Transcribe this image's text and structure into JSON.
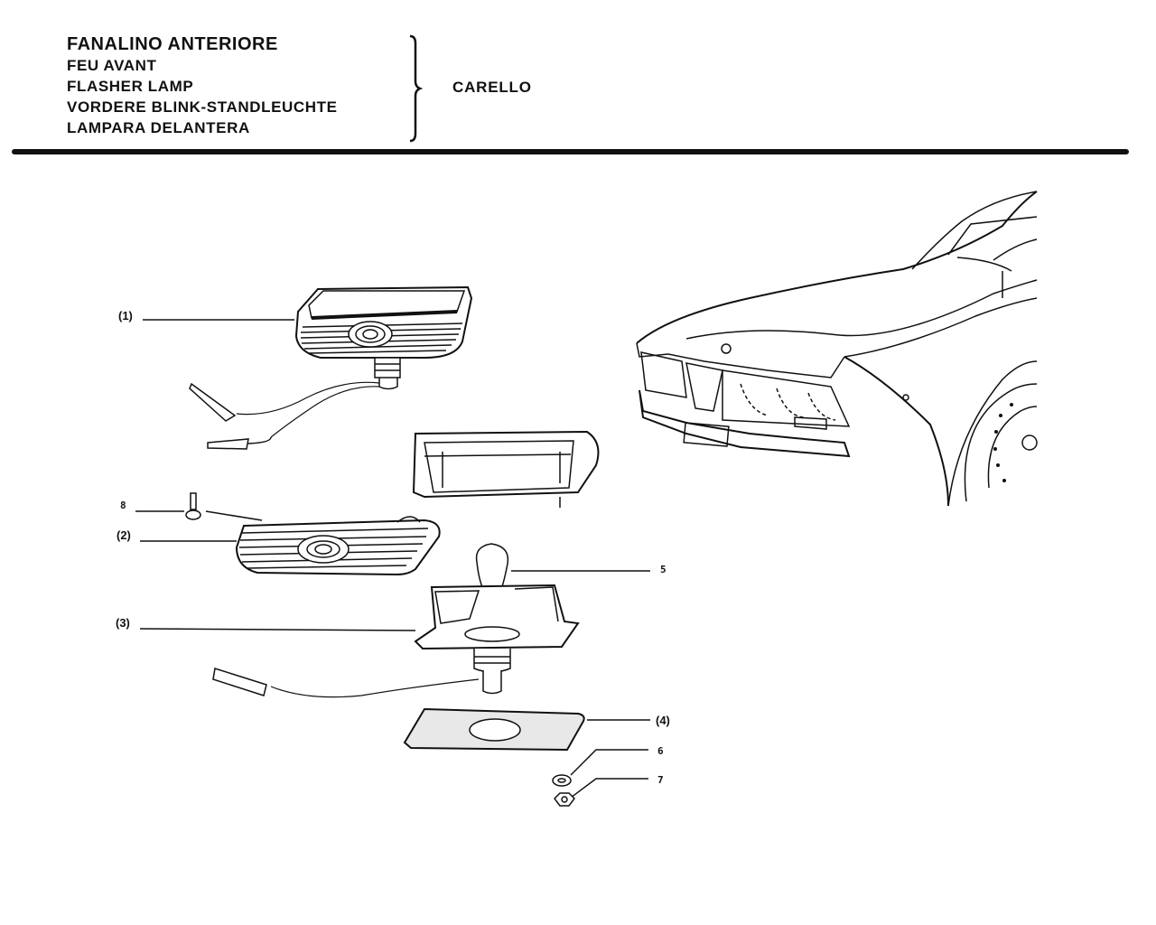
{
  "header": {
    "titles": [
      "FANALINO ANTERIORE",
      "FEU AVANT",
      "FLASHER LAMP",
      "VORDERE BLINK-STANDLEUCHTE",
      "LAMPARA DELANTERA"
    ],
    "supplier": "CARELLO"
  },
  "callouts": {
    "c1": "(1)",
    "c2": "(2)",
    "c3": "(3)",
    "c4": "(4)",
    "c5": "5",
    "c6": "6",
    "c7": "7",
    "c8": "8"
  }
}
